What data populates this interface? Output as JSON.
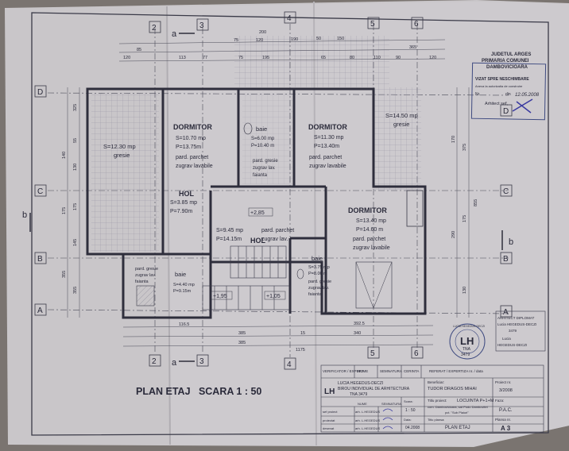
{
  "drawing_title": "PLAN ETAJ   SCARA 1 : 50",
  "grid_letters": [
    "D",
    "C",
    "B",
    "A"
  ],
  "grid_numbers_top": [
    "2",
    "3",
    "4",
    "5",
    "6"
  ],
  "grid_numbers_bottom": [
    "2",
    "3",
    "4",
    "5",
    "6"
  ],
  "section_marks": {
    "top": "a",
    "bottom": "a",
    "left": "b",
    "right": "b"
  },
  "levels": {
    "upper": "+2,85",
    "left": "+1,95",
    "right": "+1,05"
  },
  "dims_top": [
    "85",
    "200",
    "190",
    "120",
    "75",
    "150",
    "50",
    "75",
    "77",
    "195",
    "65",
    "80",
    "365",
    "120",
    "120",
    "113",
    "110",
    "90"
  ],
  "dims_bottom": [
    "116.5",
    "385",
    "392.5",
    "15",
    "385",
    "340",
    "1175"
  ],
  "dims_left": [
    "325",
    "55",
    "130",
    "175",
    "145",
    "355",
    "175",
    "140",
    "355"
  ],
  "dims_right": [
    "375",
    "175",
    "170",
    "290",
    "130",
    "855"
  ],
  "rooms": [
    {
      "name": "",
      "lines": [
        "S=12.30 mp",
        "gresie"
      ]
    },
    {
      "name": "DORMITOR",
      "lines": [
        "S=10.70 mp",
        "P=13.75m",
        "pard. parchet",
        "zugrav lavabile"
      ]
    },
    {
      "name": "baie",
      "lines": [
        "S=6.00 mp",
        "P=10.40 m",
        "pard. gresie",
        "zugrav lav.",
        "faianta"
      ]
    },
    {
      "name": "DORMITOR",
      "lines": [
        "S=11.30 mp",
        "P=13.40m",
        "pard. parchet",
        "zugrav lavabile"
      ]
    },
    {
      "name": "",
      "lines": [
        "S=14.50 mp",
        "gresie"
      ]
    },
    {
      "name": "HOL",
      "lines": [
        "S=3.85 mp",
        "P=7.90m"
      ]
    },
    {
      "name": "HOL",
      "lines": [
        "S=9.45 mp",
        "P=14.15m",
        "pard. parchet",
        "zugrav lav."
      ]
    },
    {
      "name": "DORMITOR",
      "lines": [
        "S=13.40 mp",
        "P=14.60 m",
        "pard. parchet",
        "zugrav lavabile"
      ]
    },
    {
      "name": "baie",
      "lines": [
        "pard. gresie",
        "zugrav lav.",
        "faianta",
        "S=4.40 mp",
        "P=9.15m"
      ]
    },
    {
      "name": "baie",
      "lines": [
        "S=3.75 mp",
        "P=8.00 m",
        "pard. gresie",
        "zugrav lav.",
        "faianta"
      ]
    }
  ],
  "stamp": {
    "lines": [
      "JUDETUL ARGES",
      "PRIMARIA COMUNEI",
      "DAMBOVICIOARA"
    ],
    "vizat": "VIZAT SPRE NESCHIMBARE",
    "anexa": "Anexa la autorizatia de construire",
    "nr": "Nr.",
    "din": "din",
    "date_hw": "12.05.2008",
    "arhitect": "Arhitect sef,"
  },
  "seal": {
    "lines": [
      "LUCIA HEGEDUS-DECZI",
      "TNA",
      "3479"
    ]
  },
  "right_box": {
    "lines": [
      "ARHITECT DIPLOMAT",
      "Lucia HEGEDUS-DECZI",
      "3479",
      "Lucia",
      "HEGEDUS-DECZI"
    ]
  },
  "title_block": {
    "header_row": [
      "VERIFICATOR / EXPERT",
      "NUME",
      "SEMNATURA",
      "CERINTA",
      "REFERAT / EXPERTIZA nr. / data"
    ],
    "firm": [
      "LUCIA HEGEDUS-DECZI",
      "BIROU INDIVIDUAL DE ARHITECTURA",
      "TNA 3479"
    ],
    "beneficiar_label": "Beneficiar:",
    "beneficiar": "TUDOR DRAGOS MIHAI",
    "proiect_nr_label": "Proiect nr.",
    "proiect_nr": "3/2008",
    "titlu_proiect_label": "Titlu proiect:",
    "titlu_proiect": "LOCUINTA P+1+M",
    "location": [
      "com. Dambovicioara, sat Podu Dambovitei",
      "pct. \"Sub Plaiuri\""
    ],
    "faza_label": "Faza:",
    "faza": "P.A.C.",
    "roles": [
      {
        "role": "sef proiect",
        "name": "arh. L.HEGEDUS"
      },
      {
        "role": "proiectat",
        "name": "arh. L.HEGEDUS"
      },
      {
        "role": "desenat",
        "name": "arh. L.HEGEDUS"
      }
    ],
    "scara_label": "Scara:",
    "scara": "1 : 50",
    "data_label": "Data:",
    "data": "04.2008",
    "titlu_plansa_label": "Titlu plansa:",
    "titlu_plansa": "PLAN ETAJ",
    "plansa_nr_label": "Plansa nr.",
    "plansa_nr": "A 3",
    "col_labels": [
      "NUME",
      "SEMNATURA"
    ]
  }
}
